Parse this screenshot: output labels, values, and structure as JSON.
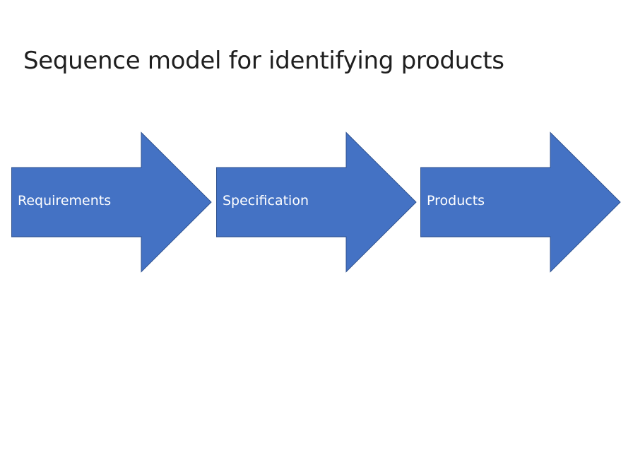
{
  "slide": {
    "title": "Sequence model for identifying products"
  },
  "colors": {
    "arrow_fill": "#4472C4",
    "arrow_stroke": "#2F528F",
    "label_text": "#FFFFFF",
    "title_text": "#1F1F1F"
  },
  "sequence": [
    {
      "label": "Requirements"
    },
    {
      "label": "Specification"
    },
    {
      "label": "Products"
    }
  ]
}
